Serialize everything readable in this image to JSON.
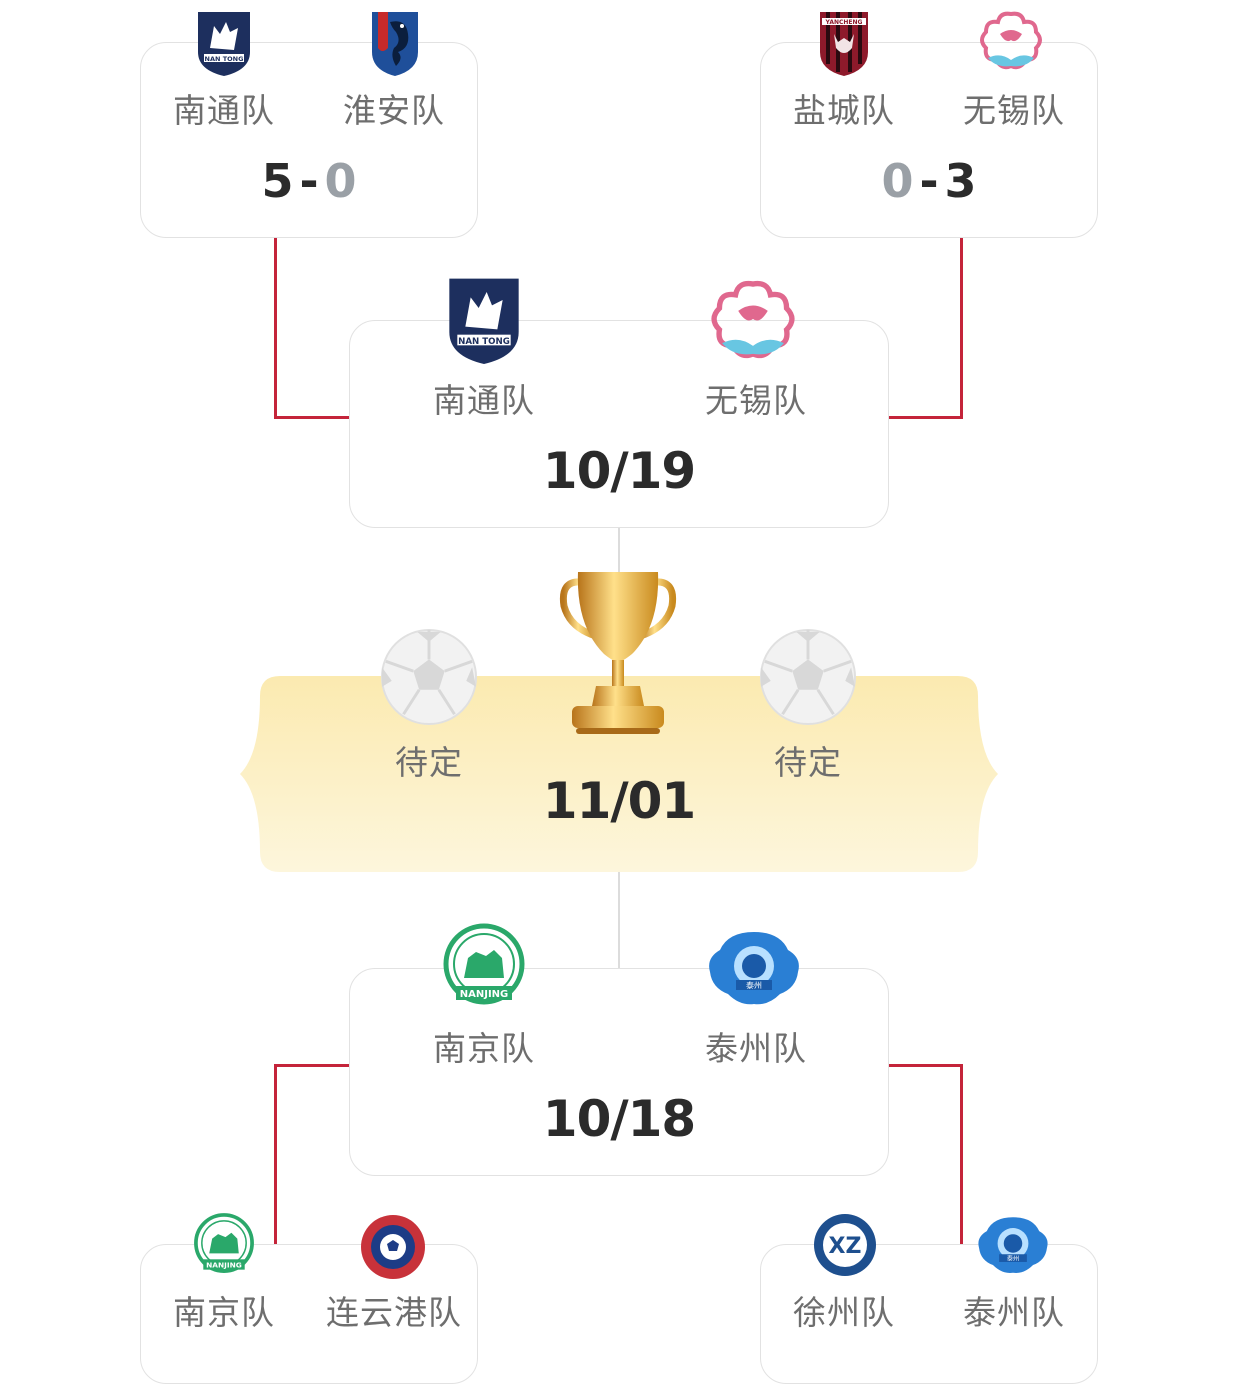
{
  "top_left_match": {
    "home": "南通队",
    "away": "淮安队",
    "home_score": "5",
    "separator": "-",
    "away_score": "0",
    "home_logo": "nantong-wolf-crest",
    "away_logo": "huaian-seahorse-crest"
  },
  "top_right_match": {
    "home": "盐城队",
    "away": "无锡队",
    "home_score": "0",
    "separator": "-",
    "away_score": "3",
    "home_logo": "yancheng-deer-crest",
    "away_logo": "wuxi-cloud-crest"
  },
  "upper_semifinal": {
    "home": "南通队",
    "away": "无锡队",
    "date": "10/19",
    "home_logo": "nantong-wolf-crest",
    "away_logo": "wuxi-cloud-crest"
  },
  "final": {
    "home": "待定",
    "away": "待定",
    "date": "11/01",
    "trophy_icon": "trophy-icon",
    "placeholder_icon": "soccer-ball-icon"
  },
  "lower_semifinal": {
    "home": "南京队",
    "away": "泰州队",
    "date": "10/18",
    "home_logo": "nanjing-lion-crest",
    "away_logo": "taizhou-ball-crest"
  },
  "bottom_left_match": {
    "home": "南京队",
    "away": "连云港队",
    "home_logo": "nanjing-lion-crest",
    "away_logo": "lianyungang-ball-crest"
  },
  "bottom_right_match": {
    "home": "徐州队",
    "away": "泰州队",
    "home_logo": "xuzhou-xz-crest",
    "away_logo": "taizhou-ball-crest"
  },
  "colors": {
    "bracket_line": "#c4243a",
    "card_border": "#e2e2e2",
    "final_bg": "#fbeeb8",
    "score_win": "#2b2b2b",
    "score_lose": "#9aa0a6"
  }
}
